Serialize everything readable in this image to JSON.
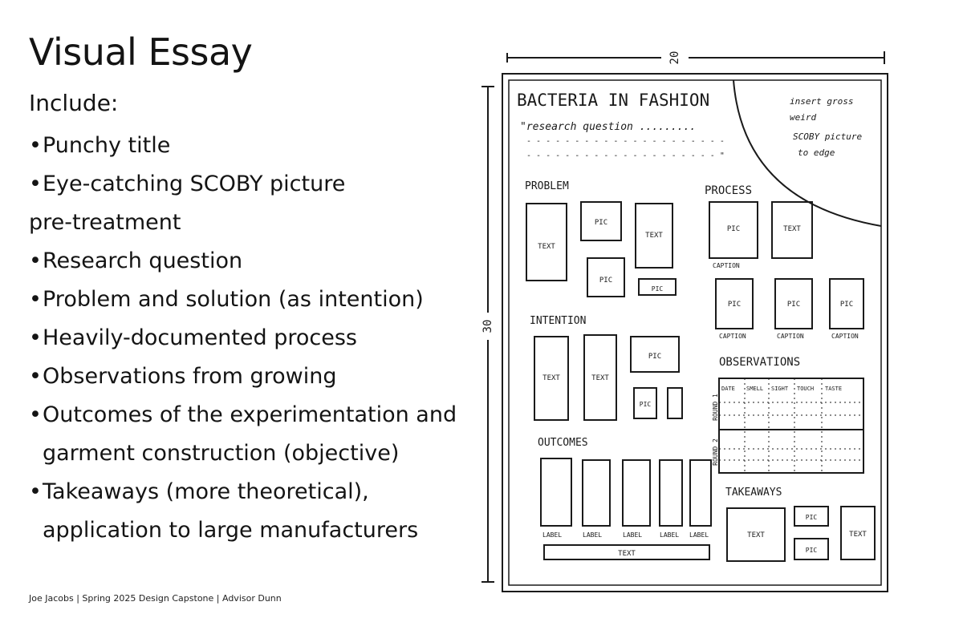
{
  "title": "Visual Essay",
  "subhead": "Include:",
  "bullet_glyph": "•",
  "items": [
    {
      "line1": "Punchy title"
    },
    {
      "line1": "Eye-catching SCOBY picture",
      "line2": "pre-treatment",
      "line2_indent": false
    },
    {
      "line1": "Research question"
    },
    {
      "line1": "Problem and solution (as intention)"
    },
    {
      "line1": "Heavily-documented process"
    },
    {
      "line1": "Observations from growing"
    },
    {
      "line1": "Outcomes of the experimentation and",
      "line2": "garment construction (objective)",
      "line2_indent": true
    },
    {
      "line1": "Takeaways (more theoretical),",
      "line2": "application to large manufacturers",
      "line2_indent": true
    }
  ],
  "footer": "Joe Jacobs | Spring 2025 Design Capstone | Advisor Dunn",
  "sketch": {
    "dim_width": "20",
    "dim_height": "30",
    "heading": "BACTERIA IN FASHION",
    "research_q": "\"research question .........",
    "research_dots1": "- - - - - - - - - - - - - - - - - - - - -",
    "research_dots2": "- - - - - - - - - - - - - - - - - - - - \"",
    "corner_note": [
      "insert gross",
      "weird",
      "SCOBY picture",
      "to edge"
    ],
    "sections": {
      "problem": "PROBLEM",
      "process": "PROCESS",
      "intention": "INTENTION",
      "observations": "OBSERVATIONS",
      "outcomes": "OUTCOMES",
      "takeaways": "TAKEAWAYS"
    },
    "labels": {
      "text": "TEXT",
      "pic": "PIC",
      "caption": "CAPTION",
      "label": "LABEL"
    },
    "table_cols": [
      "DATE",
      "SMELL",
      "SIGHT",
      "TOUCH",
      "TASTE"
    ],
    "round1": "ROUND 1",
    "round2": "ROUND 2"
  }
}
